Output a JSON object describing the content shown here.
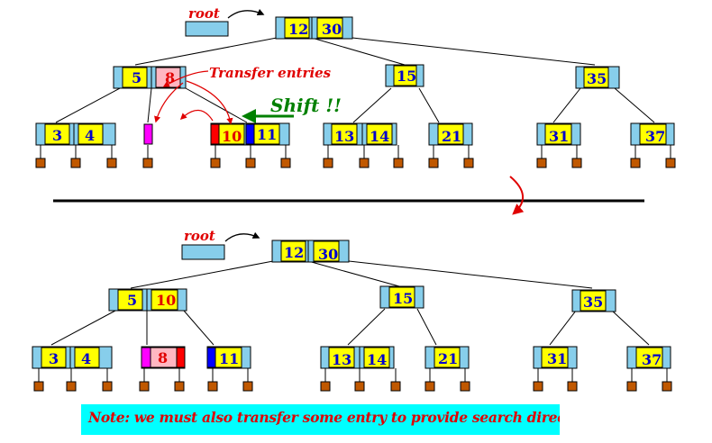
{
  "colors": {
    "pointer": "#87ceeb",
    "key": "#ffff00",
    "leaf_ptr": "#c05800",
    "transfer": "#e00000",
    "shift": "#008000",
    "empty_slot": "#ff00ff",
    "moved_key": "#ffb6c1",
    "marker_blue": "#0000ff",
    "marker_red": "#ff0000",
    "note_bg": "#00ffff",
    "divider": "#000000"
  },
  "annotations": {
    "root_label_top": "root",
    "root_label_bottom": "root",
    "transfer_label": "Transfer entries",
    "shift_label": "Shift !!",
    "note": "Note: we must also transfer some entry to provide search direction"
  },
  "before": {
    "root": [
      "12",
      "30"
    ],
    "internal": [
      [
        "5",
        "8"
      ],
      [
        "15"
      ],
      [
        "35"
      ]
    ],
    "leaves": [
      [
        "3",
        "4"
      ],
      [
        ""
      ],
      [
        "10",
        "11"
      ],
      [
        "13",
        "14"
      ],
      [
        "21"
      ],
      [
        "31"
      ],
      [
        "37"
      ]
    ]
  },
  "after": {
    "root": [
      "12",
      "30"
    ],
    "internal": [
      [
        "5",
        "10"
      ],
      [
        "15"
      ],
      [
        "35"
      ]
    ],
    "leaves": [
      [
        "3",
        "4"
      ],
      [
        "8"
      ],
      [
        "11"
      ],
      [
        "13",
        "14"
      ],
      [
        "21"
      ],
      [
        "31"
      ],
      [
        "37"
      ]
    ]
  },
  "icons": [
    "curved-arrow-icon",
    "rotate-arrow-icon",
    "shift-arrow-icon"
  ]
}
